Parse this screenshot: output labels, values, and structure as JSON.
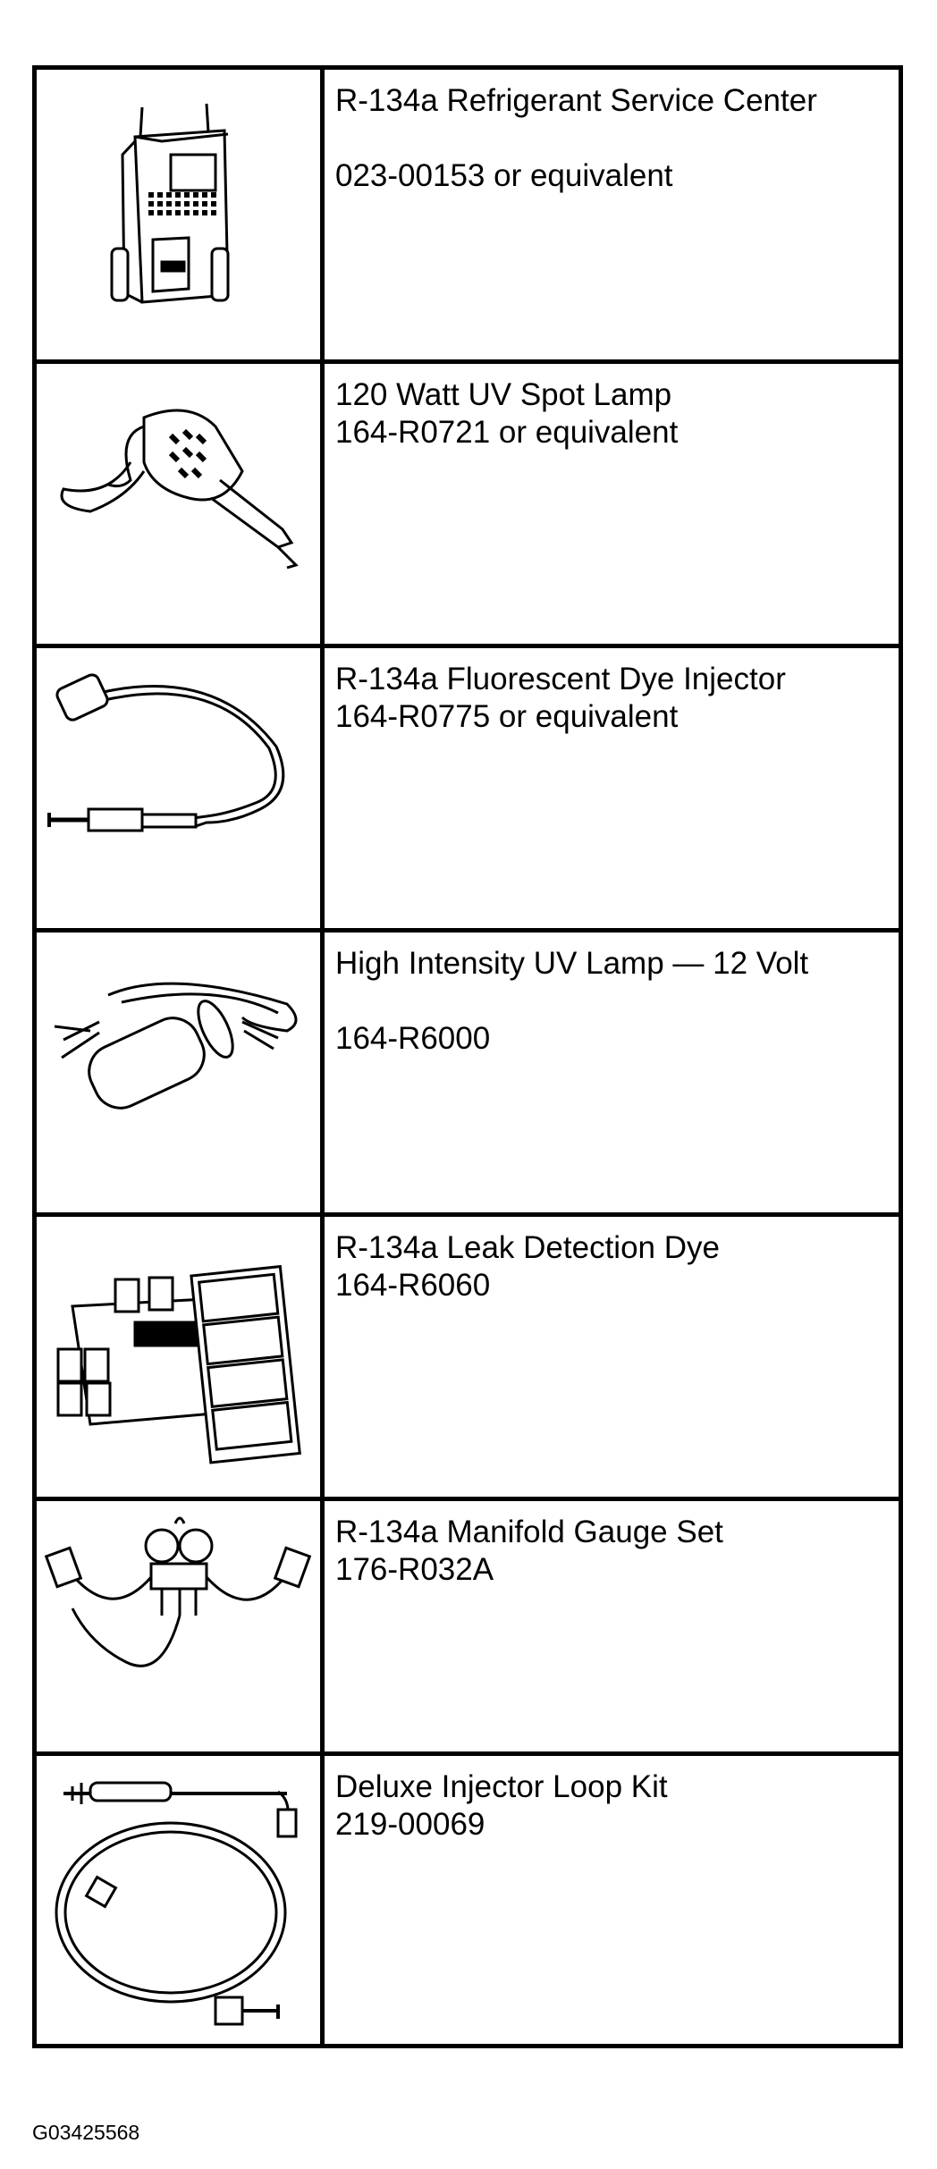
{
  "tools": [
    {
      "icon": "refrigerant-service-center-icon",
      "name": "R-134a Refrigerant Service Center",
      "part": "023-00153 or equivalent",
      "gap": true
    },
    {
      "icon": "uv-spot-lamp-icon",
      "name": "120 Watt UV Spot Lamp",
      "part": "164-R0721 or equivalent",
      "gap": false
    },
    {
      "icon": "dye-injector-icon",
      "name": "R-134a Fluorescent Dye Injector",
      "part": "164-R0775 or equivalent",
      "gap": false
    },
    {
      "icon": "uv-lamp-12v-icon",
      "name": "High Intensity UV Lamp — 12 Volt",
      "part": "164-R6000",
      "gap": true
    },
    {
      "icon": "leak-detection-dye-icon",
      "name": "R-134a Leak Detection Dye",
      "part": "164-R6060",
      "gap": false
    },
    {
      "icon": "manifold-gauge-set-icon",
      "name": "R-134a Manifold Gauge Set",
      "part": "176-R032A",
      "gap": false
    },
    {
      "icon": "injector-loop-kit-icon",
      "name": "Deluxe Injector Loop Kit",
      "part": "219-00069",
      "gap": false
    }
  ],
  "figure_id": "G03425568"
}
